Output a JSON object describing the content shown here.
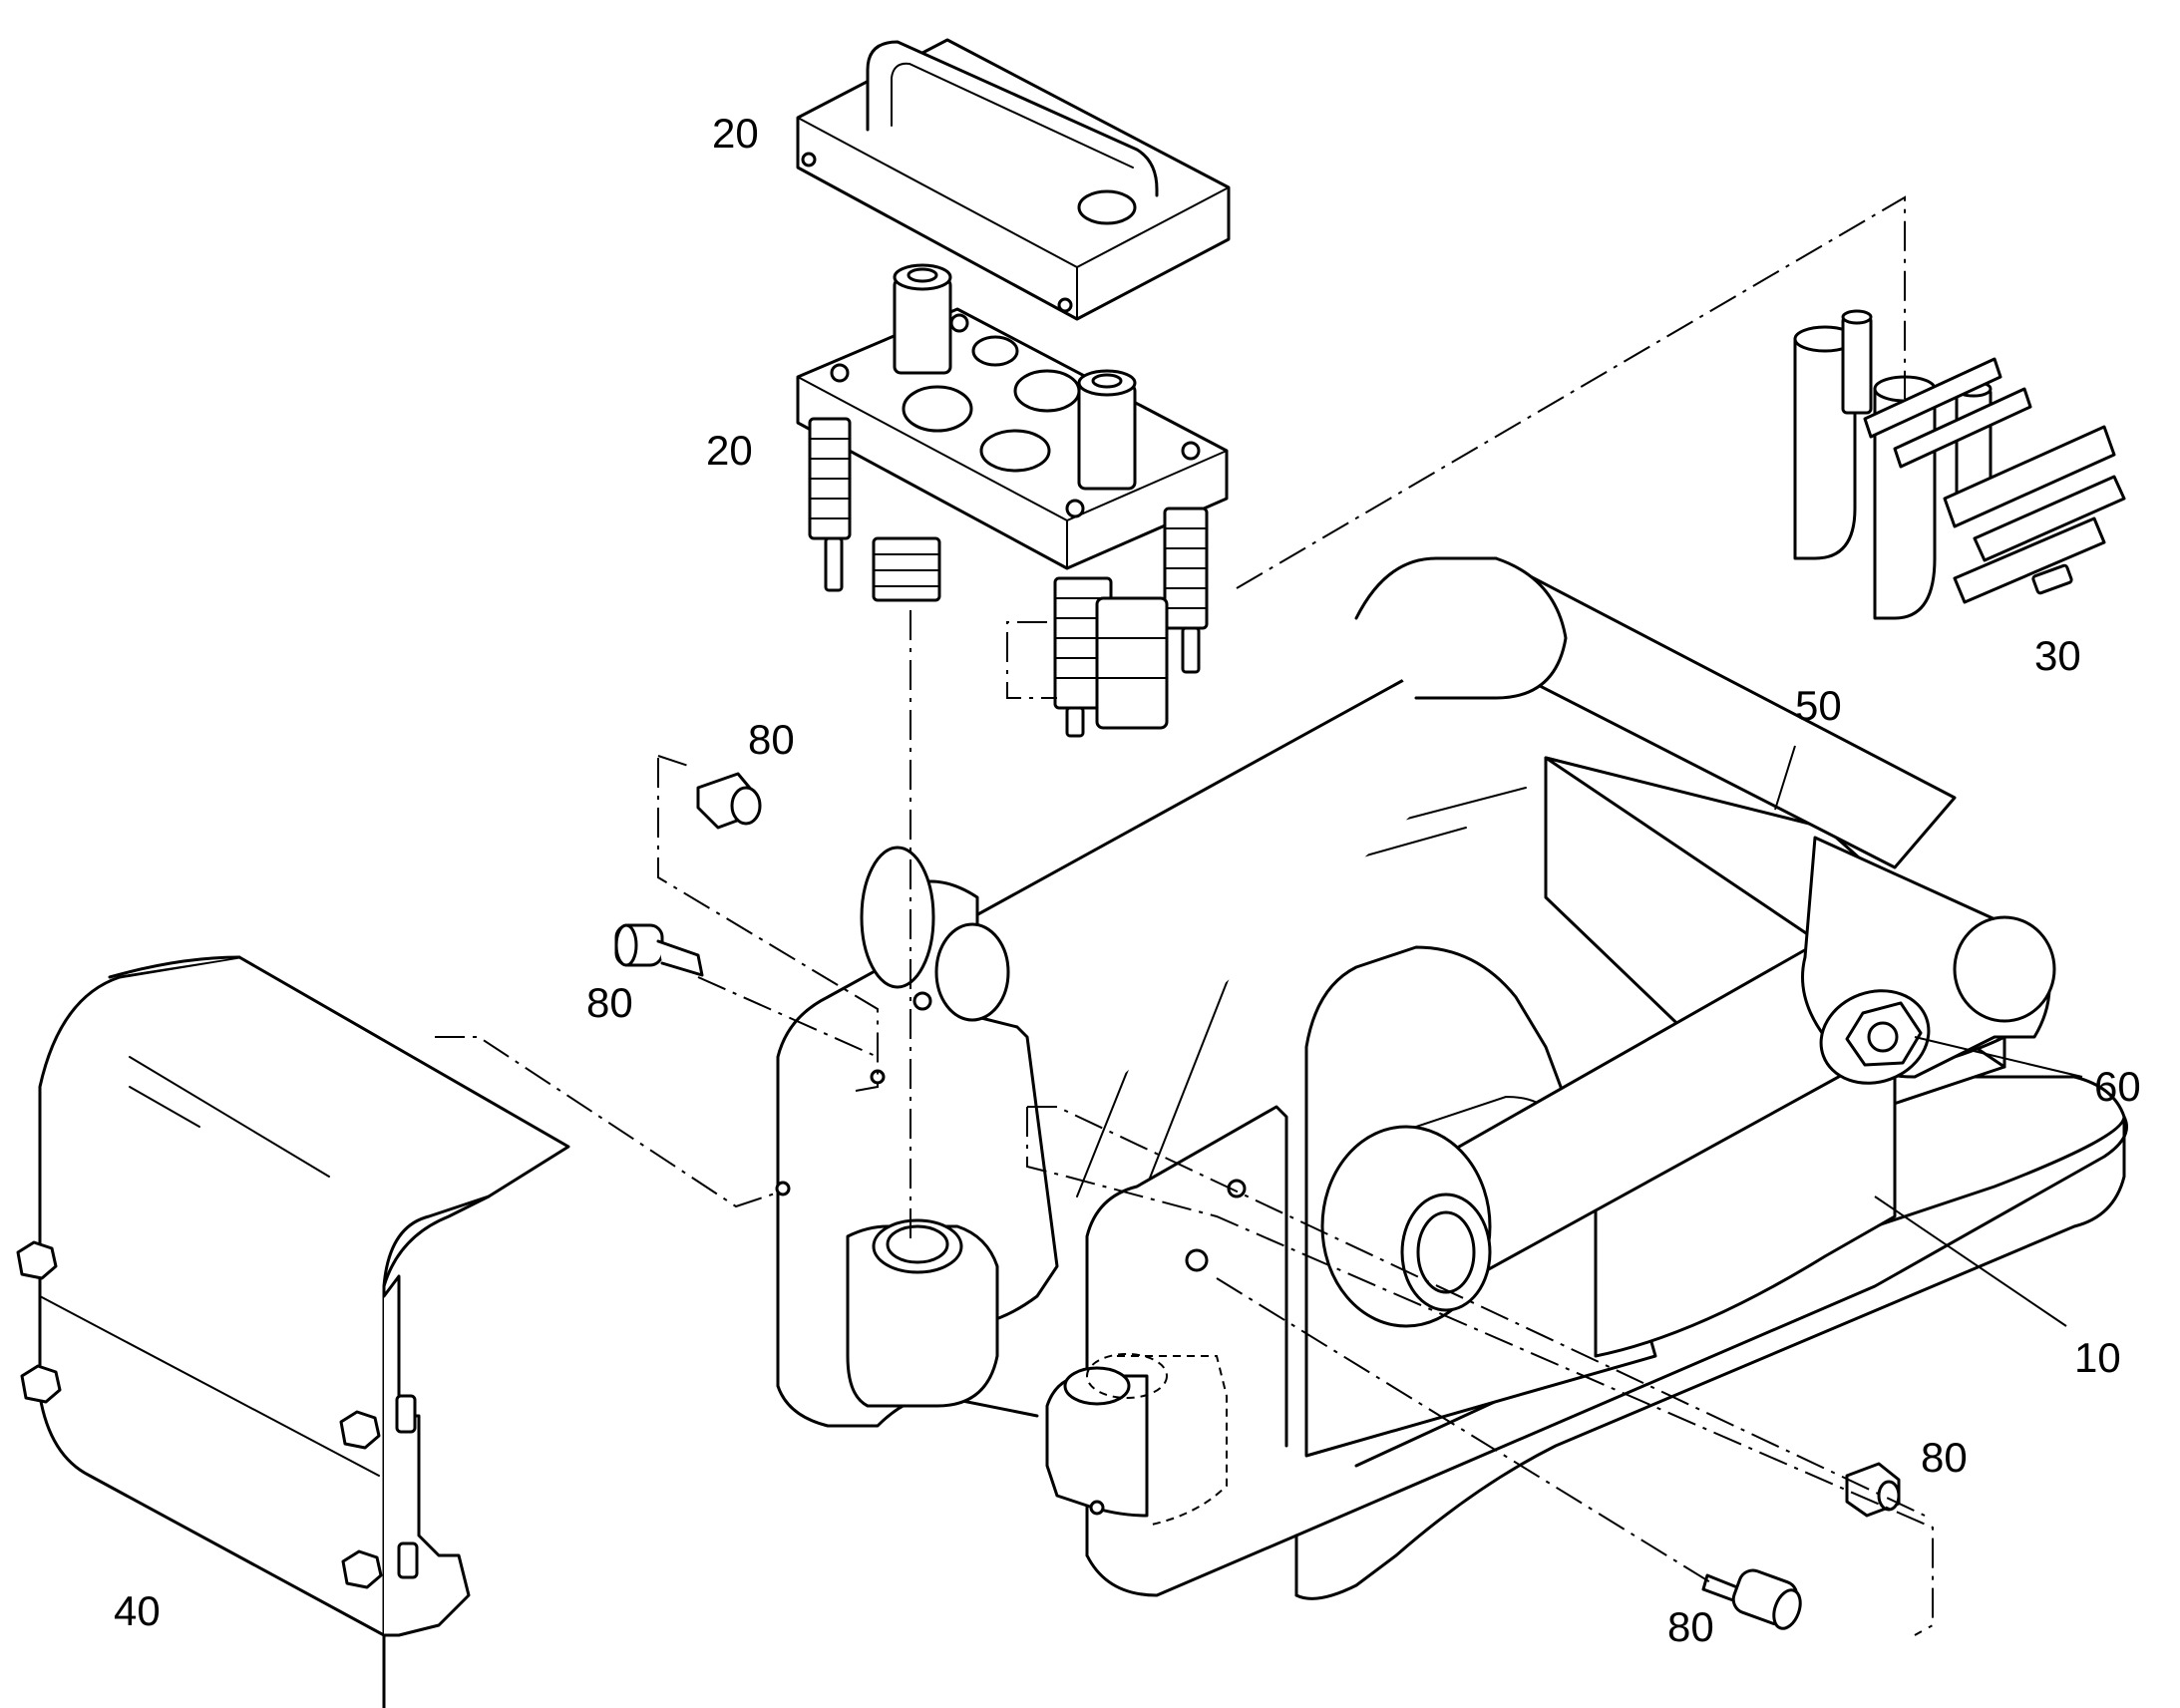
{
  "callouts": {
    "c20_top": "20",
    "c20_block": "20",
    "c30": "30",
    "c50": "50",
    "c80_a": "80",
    "c80_b": "80",
    "c60": "60",
    "c10": "10",
    "c80_c": "80",
    "c40": "40",
    "c80_d": "80"
  }
}
